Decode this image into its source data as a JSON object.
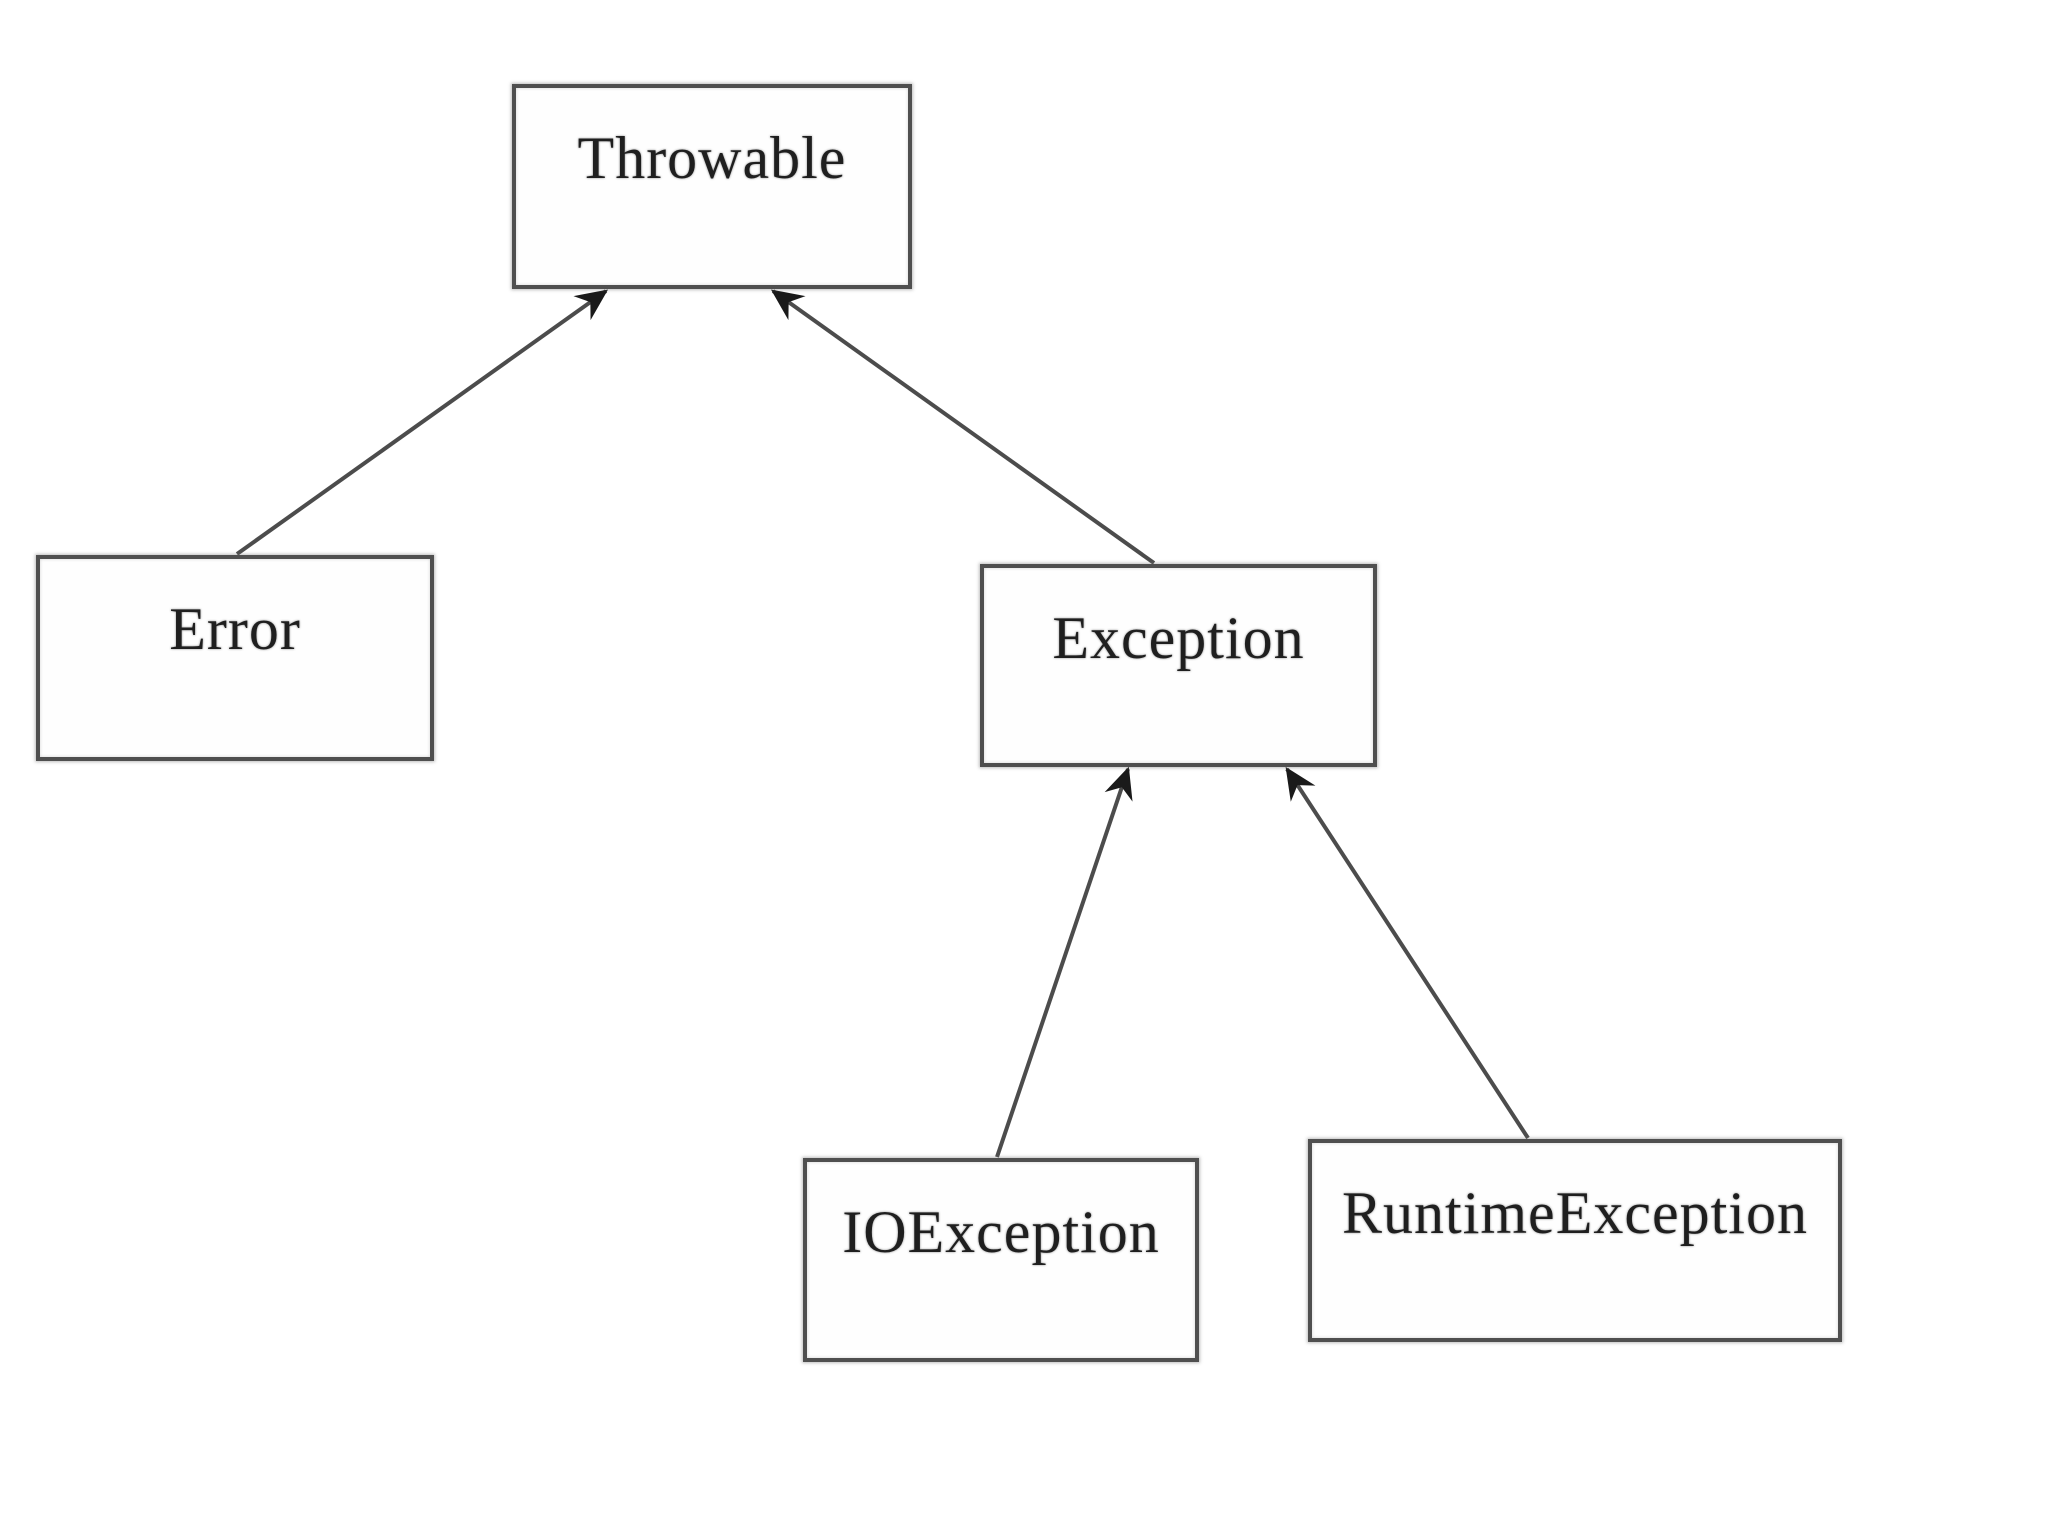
{
  "diagram": {
    "type": "inheritance-hierarchy",
    "background_color": "#ffffff",
    "box_border_color": "#4f4f4f",
    "arrow_color": "#4c4c4c",
    "arrowhead_color": "#1a1a1a",
    "label_color": "#1f1f1f",
    "nodes": [
      {
        "id": "throwable",
        "label": "Throwable",
        "parent": null
      },
      {
        "id": "error",
        "label": "Error",
        "parent": "throwable"
      },
      {
        "id": "exception",
        "label": "Exception",
        "parent": "throwable"
      },
      {
        "id": "ioexception",
        "label": "IOException",
        "parent": "exception"
      },
      {
        "id": "runtimeexception",
        "label": "RuntimeException",
        "parent": "exception"
      }
    ],
    "edges": [
      {
        "from": "error",
        "to": "throwable"
      },
      {
        "from": "exception",
        "to": "throwable"
      },
      {
        "from": "ioexception",
        "to": "exception"
      },
      {
        "from": "runtimeexception",
        "to": "exception"
      }
    ]
  }
}
